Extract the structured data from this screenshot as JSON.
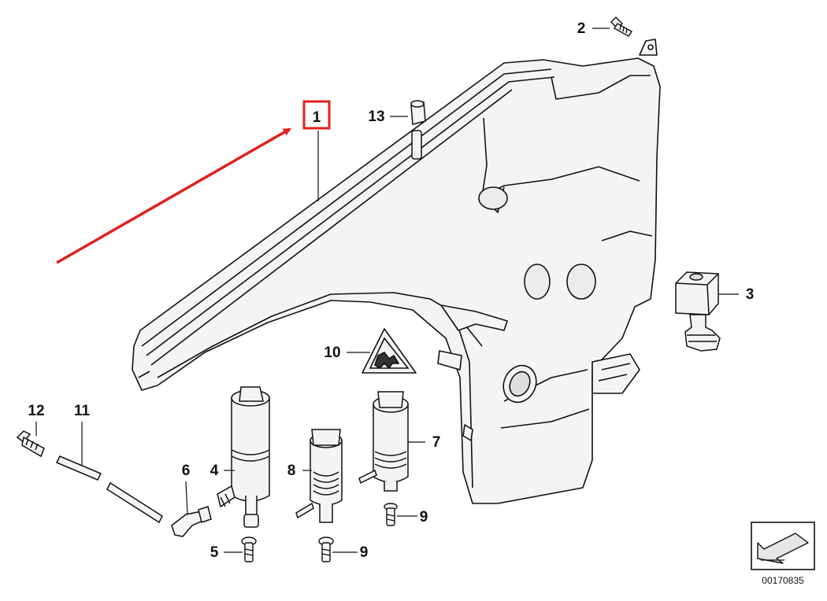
{
  "diagram": {
    "highlight_color": "#e0211d",
    "line_color": "#111111",
    "part_fill": "#f4f4f4",
    "document_number": "00170835",
    "labels": {
      "p1": "1",
      "p2": "2",
      "p3": "3",
      "p4": "4",
      "p5": "5",
      "p6": "6",
      "p7": "7",
      "p8": "8",
      "p9a": "9",
      "p9b": "9",
      "p10": "10",
      "p11": "11",
      "p12": "12",
      "p13": "13"
    }
  }
}
